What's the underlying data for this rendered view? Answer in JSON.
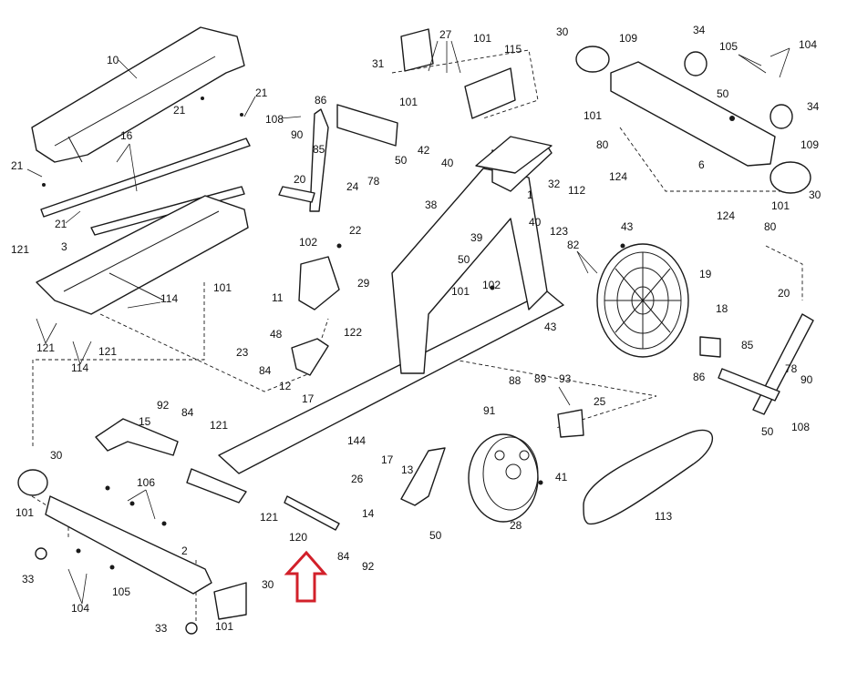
{
  "accent_color": "#d2202a",
  "callouts": [
    "10",
    "21",
    "21",
    "16",
    "21",
    "21",
    "121",
    "3",
    "121",
    "121",
    "114",
    "114",
    "101",
    "108",
    "90",
    "86",
    "85",
    "20",
    "78",
    "50",
    "42",
    "40",
    "38",
    "24",
    "22",
    "102",
    "29",
    "11",
    "48",
    "122",
    "23",
    "84",
    "12",
    "17",
    "31",
    "27",
    "101",
    "115",
    "101",
    "40",
    "39",
    "1",
    "32",
    "112",
    "123",
    "82",
    "50",
    "101",
    "102",
    "43",
    "19",
    "43",
    "88",
    "89",
    "18",
    "85",
    "86",
    "20",
    "78",
    "90",
    "108",
    "50",
    "93",
    "25",
    "91",
    "30",
    "109",
    "34",
    "105",
    "104",
    "50",
    "101",
    "80",
    "124",
    "6",
    "34",
    "109",
    "30",
    "101",
    "124",
    "80",
    "15",
    "92",
    "84",
    "121",
    "106",
    "30",
    "101",
    "33",
    "104",
    "105",
    "2",
    "30",
    "33",
    "101",
    "121",
    "120",
    "84",
    "92",
    "144",
    "17",
    "13",
    "26",
    "14",
    "50",
    "41",
    "28",
    "113"
  ]
}
